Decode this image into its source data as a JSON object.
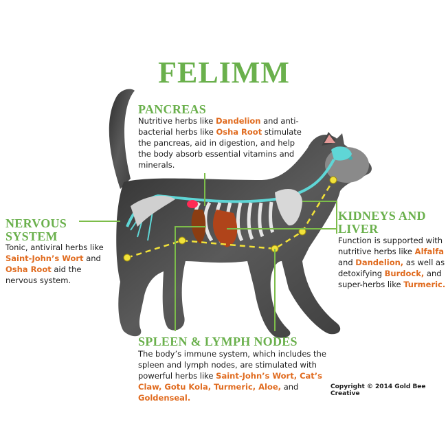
{
  "colors": {
    "heading_green": "#6ab04c",
    "herb_orange": "#e06b1f",
    "leader_green": "#7cbd4a",
    "nerve_cyan": "#5fd6d6",
    "lymph_yellow": "#f2e23a",
    "cat_dark": "#3a3a3a"
  },
  "title": "FELIMM",
  "sections": {
    "pancreas": {
      "heading": "PANCREAS",
      "t1": "Nutritive herbs like ",
      "h1": "Dandelion",
      "t2": "  and anti-bacterial herbs like ",
      "h2": "Osha Root",
      "t3": " stimulate the pancreas, aid in digestion, and help the body absorb essential vitamins and minerals."
    },
    "nervous": {
      "heading_line1": "NERVOUS",
      "heading_line2": "SYSTEM",
      "t1": "Tonic, antiviral herbs like ",
      "h1": "Saint-John’s Wort",
      "t2": " and ",
      "h2": "Osha Root",
      "t3": " aid the nervous system."
    },
    "kidneys": {
      "heading_line1": "KIDNEYS AND",
      "heading_line2": "LIVER",
      "t1": "Function is supported with nutritive herbs like ",
      "h1": "Alfalfa",
      "t2": " and ",
      "h2": "Dandelion,",
      "t3": " as well as detoxifying ",
      "h3": "Burdock,",
      "t4": " and super-herbs like ",
      "h4": "Turmeric."
    },
    "spleen": {
      "heading": "SPLEEN & LYMPH NODES",
      "t1": "The body’s immune system, which includes the spleen and lymph nodes, are stimulated with powerful herbs like ",
      "h1": "Saint-John’s Wort, Cat’s Claw,  Gotu Kola, Turmeric, Aloe,",
      "t2": " and ",
      "h2": "Goldenseal."
    }
  },
  "copyright": "Copyright © 2014 Gold Bee Creative"
}
